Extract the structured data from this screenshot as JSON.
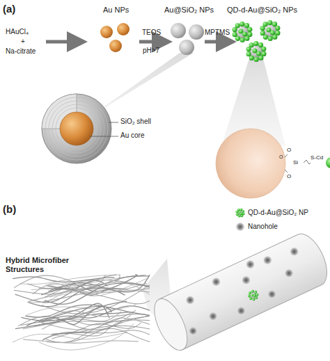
{
  "diagram": {
    "labels": [
      "(a)",
      "Au NPs",
      "Au@SiO₂ NPs",
      "QD-d-Au@SiO₂ NPs",
      "HAuCl₄",
      "+",
      "Na-citrate",
      "TEOS",
      "pH>7",
      "MPTMS",
      "SiO₂ shell",
      "Au core",
      "O",
      "O",
      "Si",
      "O",
      "S-Cd",
      "(b)",
      "Hybrid Microfiber Structures"
    ],
    "legend": [
      {
        "text": "QD-d-Au@SiO₂ NP"
      },
      {
        "text": "Nanohole"
      }
    ]
  }
}
